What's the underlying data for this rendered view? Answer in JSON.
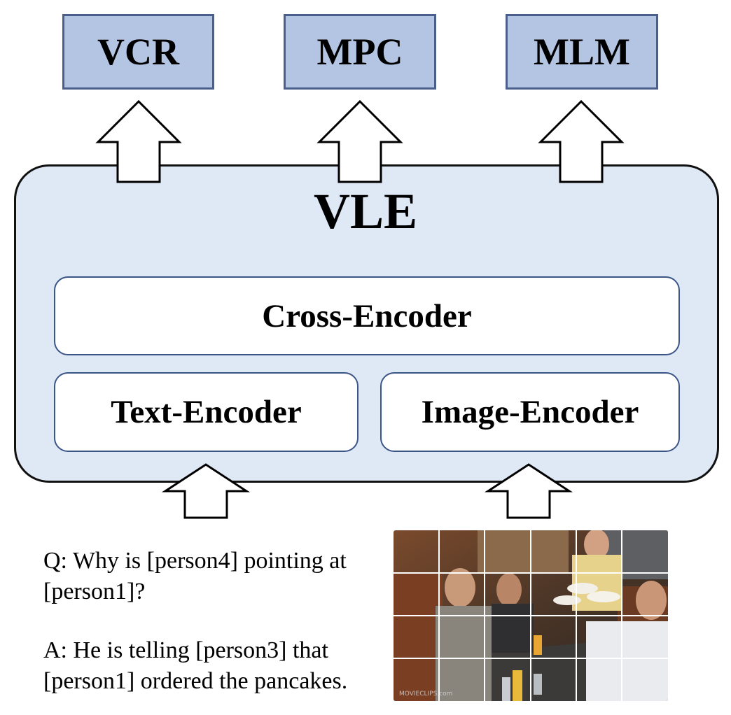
{
  "tasks": [
    {
      "id": "vcr",
      "label": "VCR"
    },
    {
      "id": "mpc",
      "label": "MPC"
    },
    {
      "id": "mlm",
      "label": "MLM"
    }
  ],
  "vle": {
    "title": "VLE",
    "cross_encoder": "Cross-Encoder",
    "text_encoder": "Text-Encoder",
    "image_encoder": "Image-Encoder"
  },
  "example": {
    "question": "Q: Why is [person4] pointing at [person1]?",
    "answer": "A: He is telling [person3] that [person1] ordered the pancakes.",
    "watermark": "MOVIECLIPS.com"
  },
  "colors": {
    "task_fill": "#b4c5e4",
    "task_border": "#4a5f8c",
    "panel_fill": "#dfe8f5",
    "encoder_border": "#3c5587"
  }
}
